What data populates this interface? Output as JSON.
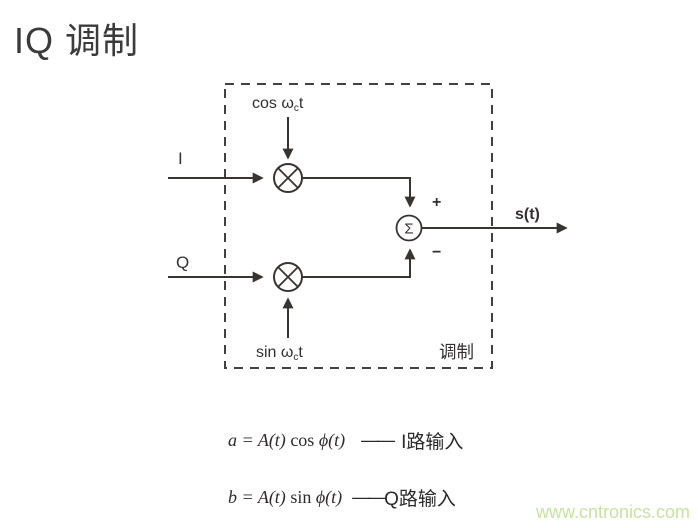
{
  "title": "IQ 调制",
  "watermark": "www.cntronics.com",
  "diagram": {
    "box_label": "调制",
    "carrier_top": {
      "pre": "cos ω",
      "sub": "c",
      "post": "t"
    },
    "carrier_bottom": {
      "pre": "sin ω",
      "sub": "c",
      "post": "t"
    },
    "input_i": "I",
    "input_q": "Q",
    "plus": "+",
    "minus": "−",
    "sum_symbol": "Σ",
    "output": "s(t)"
  },
  "equations": [
    {
      "lhs": "a = A(t) ",
      "fn": "cos ",
      "rhs": "ϕ(t)",
      "dash": "——",
      "label": "I路输入"
    },
    {
      "lhs": "b = A(t) ",
      "fn": "sin ",
      "rhs": "ϕ(t)",
      "dash": "——",
      "label": "Q路输入"
    }
  ],
  "colors": {
    "line": "#3a3431",
    "text": "#353030",
    "watermark": "#c6e3a1"
  }
}
